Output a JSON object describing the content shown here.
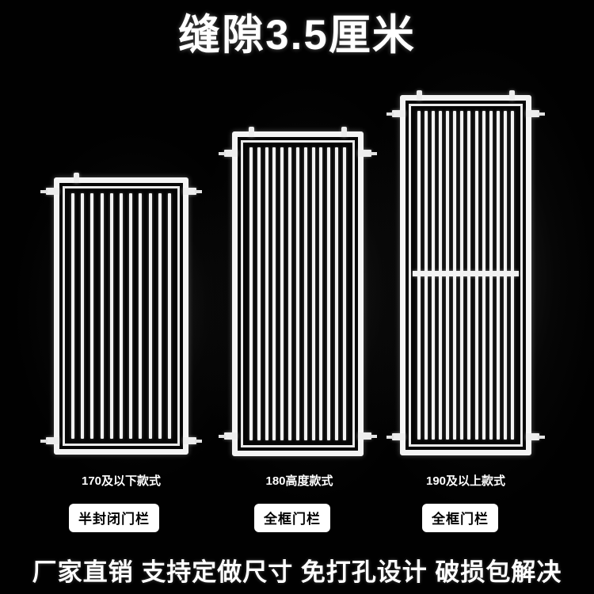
{
  "headline": {
    "text": "缝隙3.5厘米"
  },
  "products": [
    {
      "id": "gate-170",
      "caption": "170及以下款式",
      "badge": "半封闭门栏",
      "bar_count": 11
    },
    {
      "id": "gate-180",
      "caption": "180高度款式",
      "badge": "全框门栏",
      "bar_count": 13
    },
    {
      "id": "gate-190",
      "caption": "190及以上款式",
      "badge": "全框门栏",
      "bar_count": 14
    }
  ],
  "footer": {
    "slogan": "厂家直销 支持定做尺寸 免打孔设计 破损包解决"
  },
  "colors": {
    "background": "#000000",
    "metal": "#f2f2f2",
    "text": "#ffffff",
    "badge_bg": "#ffffff",
    "badge_text": "#000000"
  }
}
